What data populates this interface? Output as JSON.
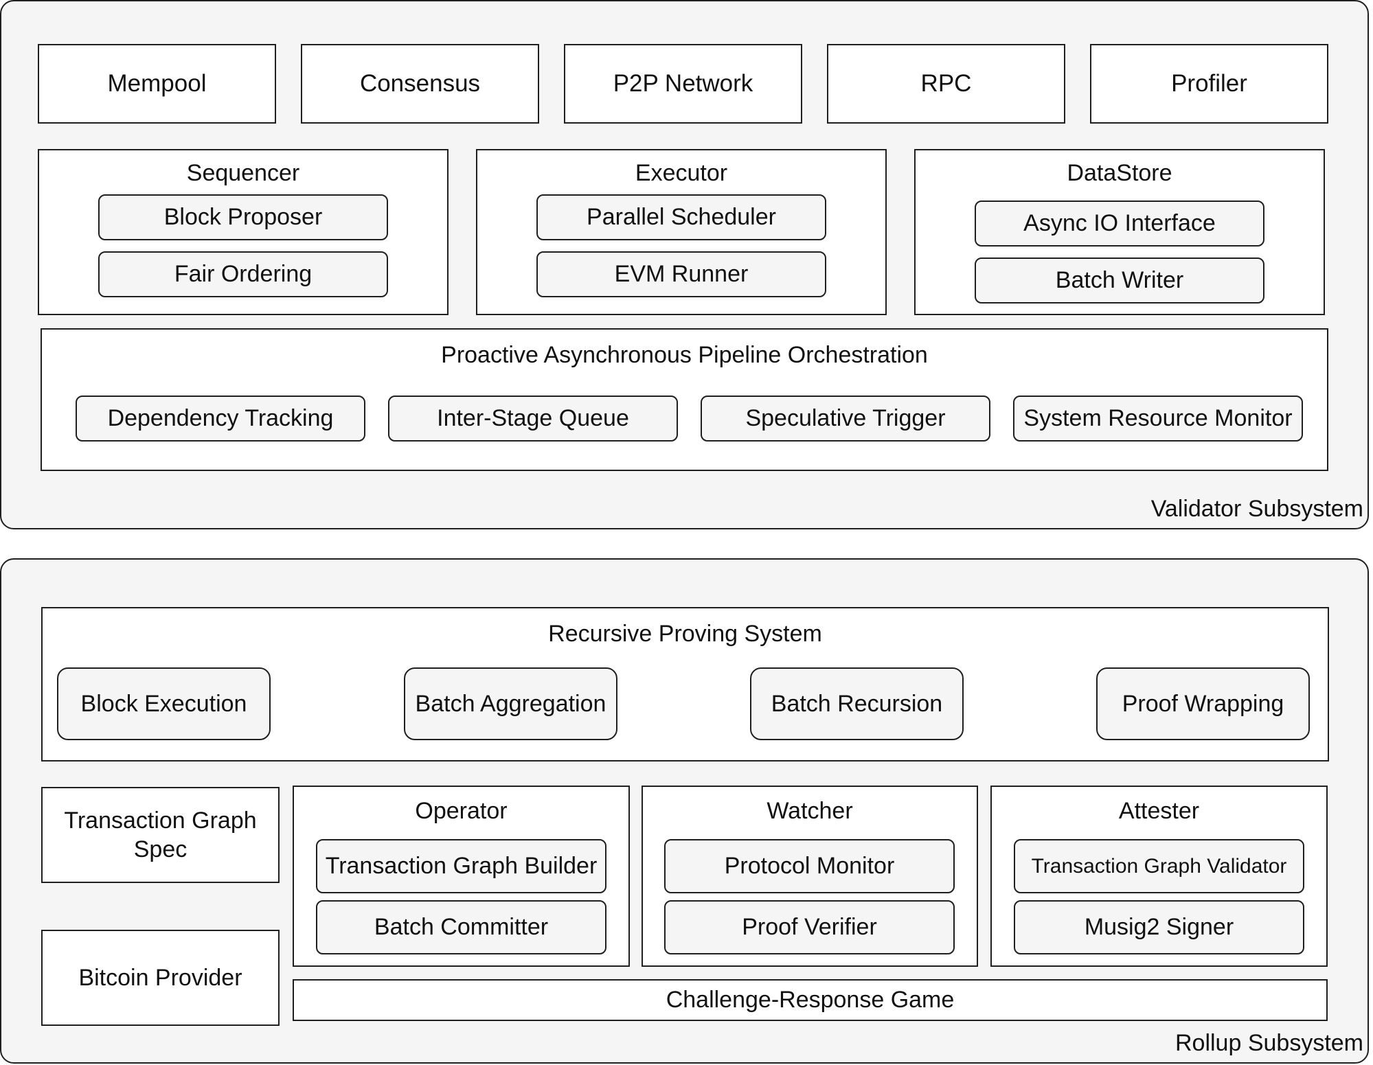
{
  "validator": {
    "label": "Validator Subsystem",
    "top_components": [
      "Mempool",
      "Consensus",
      "P2P Network",
      "RPC",
      "Profiler"
    ],
    "sequencer": {
      "title": "Sequencer",
      "items": [
        "Block Proposer",
        "Fair Ordering"
      ]
    },
    "executor": {
      "title": "Executor",
      "items": [
        "Parallel Scheduler",
        "EVM Runner"
      ]
    },
    "datastore": {
      "title": "DataStore",
      "items": [
        "Async IO Interface",
        "Batch Writer"
      ]
    },
    "pipeline": {
      "title": "Proactive Asynchronous Pipeline Orchestration",
      "items": [
        "Dependency Tracking",
        "Inter-Stage Queue",
        "Speculative Trigger",
        "System Resource Monitor"
      ]
    }
  },
  "rollup": {
    "label": "Rollup Subsystem",
    "proving": {
      "title": "Recursive Proving System",
      "items": [
        "Block Execution",
        "Batch Aggregation",
        "Batch Recursion",
        "Proof Wrapping"
      ]
    },
    "tx_graph_spec": {
      "line1": "Transaction Graph",
      "line2": "Spec"
    },
    "bitcoin_provider": "Bitcoin Provider",
    "operator": {
      "title": "Operator",
      "items": [
        "Transaction Graph Builder",
        "Batch Committer"
      ]
    },
    "watcher": {
      "title": "Watcher",
      "items": [
        "Protocol Monitor",
        "Proof Verifier"
      ]
    },
    "attester": {
      "title": "Attester",
      "items": [
        "Transaction Graph Validator",
        "Musig2 Signer"
      ]
    },
    "challenge": "Challenge-Response Game"
  }
}
